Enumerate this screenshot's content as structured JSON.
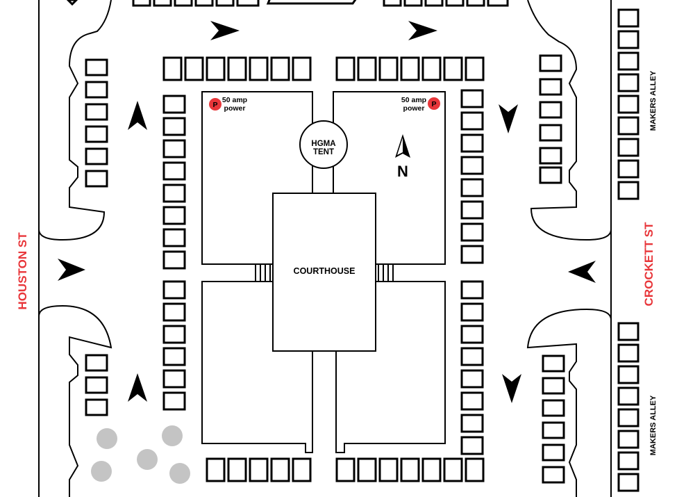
{
  "streets": {
    "west": "HOUSTON ST",
    "east": "CROCKETT ST"
  },
  "alleys": {
    "top": "MAKERS ALLEY",
    "bottom": "MAKERS ALLEY"
  },
  "buildings": {
    "courthouse": "COURTHOUSE",
    "tent_line1": "HGMA",
    "tent_line2": "TENT"
  },
  "power": {
    "marker": "P",
    "line1": "50 amp",
    "line2": "power",
    "marker_color": "#e8363a"
  },
  "compass": {
    "label": "N"
  },
  "colors": {
    "street_label": "#e8363a",
    "tree": "#c4c4c4",
    "booth_stroke": "#000000"
  }
}
